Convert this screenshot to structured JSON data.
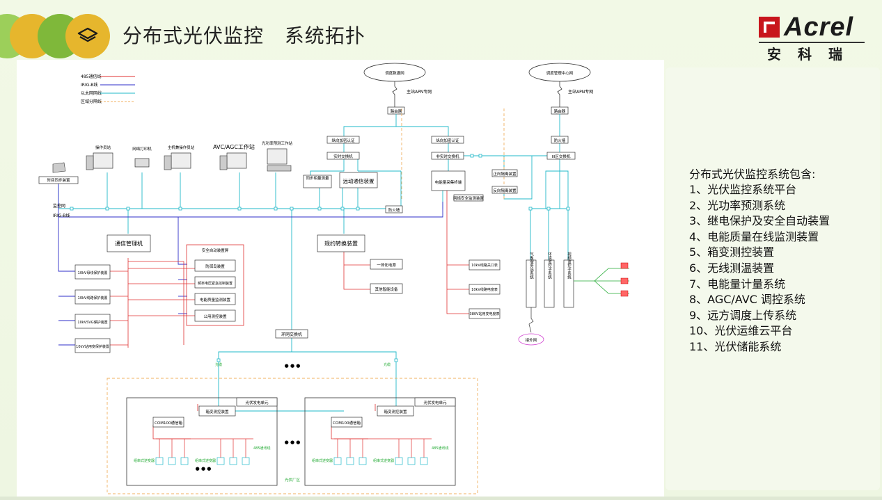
{
  "header": {
    "title": "分布式光伏监控",
    "subtitle": "系统拓扑",
    "colors": {
      "yellow": "#e6b62d",
      "green": "#7fb83a",
      "lightgreen": "#a8d36a"
    }
  },
  "logo": {
    "name": "Acrel",
    "cn": "安科瑞"
  },
  "legend": [
    {
      "label": "485通信线",
      "color": "#e03030"
    },
    {
      "label": "IRIG-B线",
      "color": "#2c2cc8"
    },
    {
      "label": "以太网网线",
      "color": "#1fb8c8"
    },
    {
      "label": "区域分隔线",
      "color": "#f0b060"
    }
  ],
  "diagram": {
    "cloud_left": "调度数据网",
    "cloud_right": "调度管理中心网",
    "apn_left": "主站APN专网",
    "apn_right": "主站APN专网",
    "router_left": "路由器",
    "router_right": "路由器",
    "auth_left": "纵向加密认证",
    "auth_mid": "纵向加密认证",
    "rt_switch": "实时交换机",
    "nrt_switch": "非实时交换机",
    "firewall_right": "防火墙",
    "zone3_switch": "III区交换机",
    "fwd_isolation": "正向隔离装置",
    "rev_isolation": "反向隔离装置",
    "power_quality_terminal": "电能量采集终端",
    "net_security": "网络安全监测装置",
    "pmu": "同步相量测量",
    "remote_device": "远动通信装置",
    "firewall_mid": "防火墙",
    "clock": "时间同步装置",
    "station_net": "监控网",
    "irig_label": "IRIG-B线",
    "ws_operator": "操作员站",
    "ws_printer": "网络打印机",
    "ws_host": "主机兼操作员站",
    "ws_avc": "AVC/AGC工作站",
    "ws_forecast": "光功率预测工作站",
    "comm_mgr": "通信管理机",
    "protocol_conv": "规约转换装置",
    "integrated_power": "一体化电源",
    "other_devices": "其他智能设备",
    "safety_auto": "安全自动装置屏",
    "safety_items": [
      "防孤岛装置",
      "频率电压紧急控制装置",
      "电能质量监测装置",
      "公用测控装置"
    ],
    "protect_items": [
      "10kV母线保护装置",
      "10kV线路保护装置",
      "10kVSVG保护装置",
      "10kV站用变保护装置"
    ],
    "right_items": [
      "10kV线路关口表",
      "10kV线路电度表",
      "380V站用变电度表"
    ],
    "vertical_items": [
      "气象服务站系统",
      "环境监控子系统",
      "视频监控子系统"
    ],
    "external_net": "接外网",
    "ring_switch": "环网交换机",
    "fiber": "光缆",
    "pv_unit": "光伏发电单元",
    "box_meas": "箱变测控装置",
    "com_box": "COM100通信箱",
    "rs485_line": "485通讯线",
    "string_inverter": "组串式逆变器",
    "pv_area": "光伏厂区",
    "dots": "● ● ●"
  },
  "description": {
    "title": "分布式光伏监控系统包含:",
    "items": [
      "1、光伏监控系统平台",
      "2、光功率预测系统",
      "3、继电保护及安全自动装置",
      "4、电能质量在线监测装置",
      "5、箱变测控装置",
      "6、无线测温装置",
      "7、电能量计量系统",
      "8、AGC/AVC 调控系统",
      "9、远方调度上传系统",
      "10、光伏运维云平台",
      "11、光伏储能系统"
    ]
  }
}
